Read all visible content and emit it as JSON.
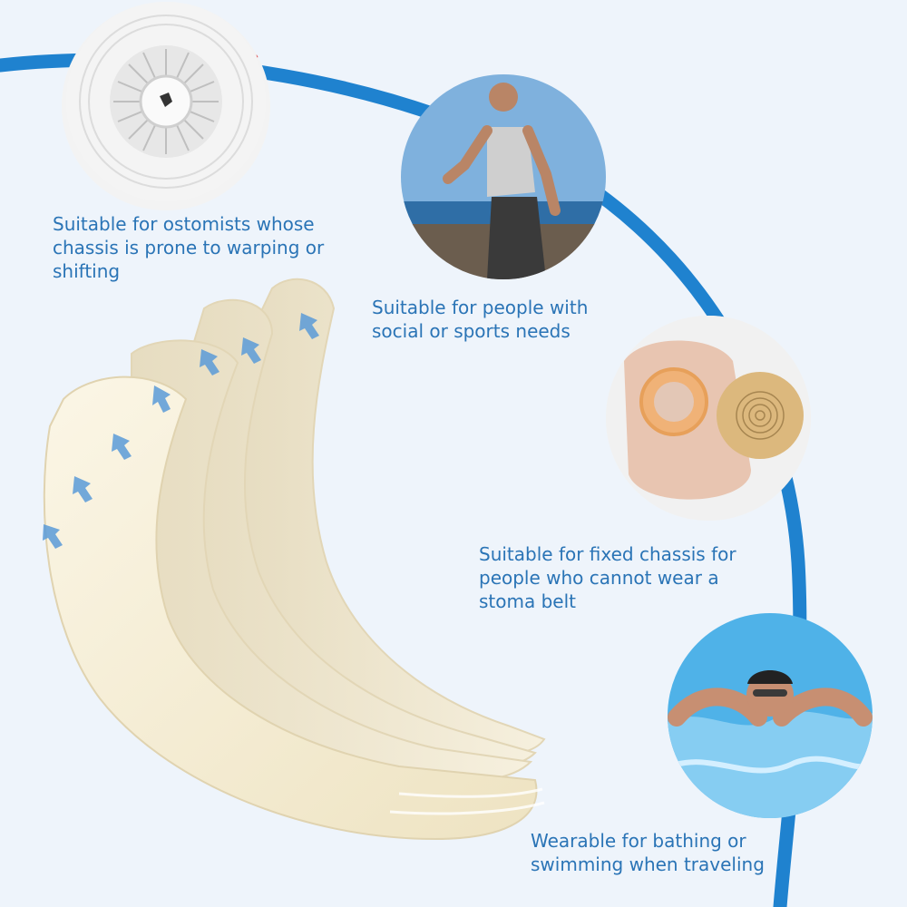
{
  "captions": {
    "warping": "Suitable for ostomists whose\nchassis is prone to warping or\nshifting",
    "social": "Suitable for people with\nsocial or sports needs",
    "fixed": "Suitable for fixed chassis for\npeople who cannot wear a\nstoma belt",
    "bathing": "Wearable for bathing or\nswimming when traveling"
  },
  "colors": {
    "accent_blue": "#1f82cf",
    "text_blue": "#2a74b6",
    "background": "#eef4fb",
    "strip_cream": "#f5eed7"
  },
  "icons": {
    "flange": "ostomy-flange-closeup",
    "runner": "man-running-on-beach",
    "pouch": "ostomy-pouch-and-wafer",
    "swimmer": "man-swimming-butterfly"
  }
}
